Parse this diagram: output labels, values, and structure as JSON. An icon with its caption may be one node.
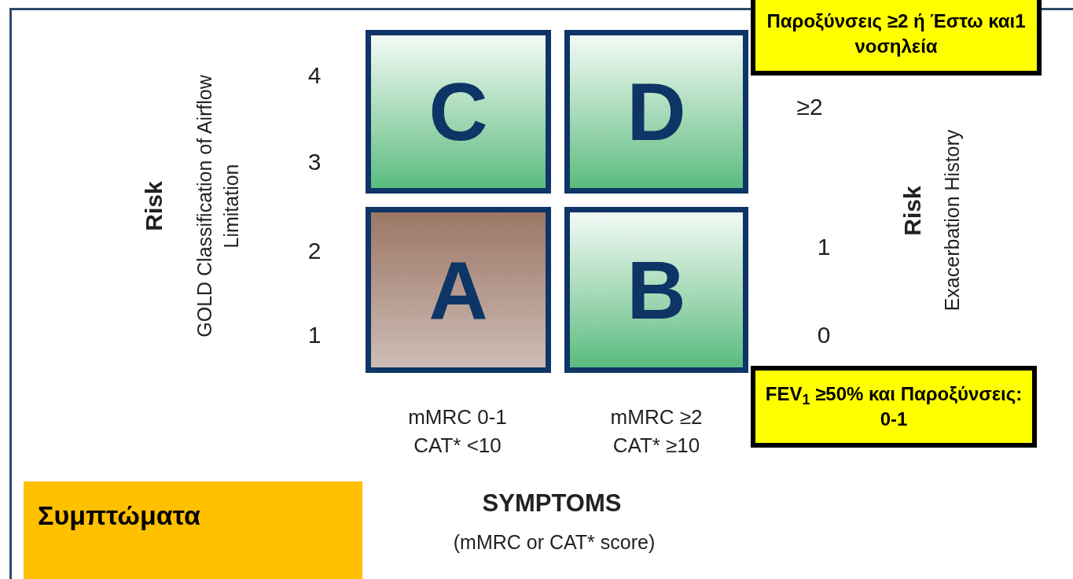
{
  "diagram": {
    "nodes": [
      {
        "text": [
          "Παροξύνσεις ≥2 ή Έστω και1 νοσηλεία"
        ]
      },
      {
        "text": [
          "C"
        ]
      },
      {
        "text": [
          "D"
        ]
      },
      {
        "text": [
          "A"
        ]
      },
      {
        "text": [
          "B"
        ]
      },
      {
        "text": [
          "FEV$_{1}$ ≥50% και Παροξύνσεις:  0-1"
        ]
      },
      {
        "text": [
          "Συμπτώματα"
        ]
      }
    ],
    "labels": [
      "Risk",
      "GOLD Classification of Airflow Limitation",
      "4",
      "3",
      "2",
      "1",
      "≥2",
      "1",
      "0",
      "Risk",
      "Exacerbation History",
      "mMRC 0-1 CAT* <10",
      "mMRC ≥2 CAT* ≥10",
      "SYMPTOMS",
      "(mMRC or CAT* score)"
    ]
  }
}
